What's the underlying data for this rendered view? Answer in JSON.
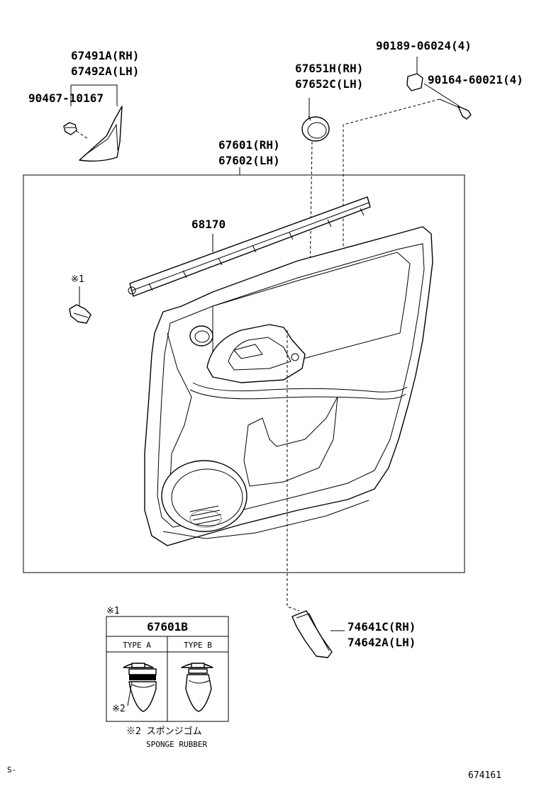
{
  "labels": {
    "trim_board_rh": "67601(RH)",
    "trim_board_lh": "67602(LH)",
    "armrest_cover_rh": "67491A(RH)",
    "armrest_cover_lh": "67492A(LH)",
    "clip_upper_left": "90467-10167",
    "speaker_grille_rh": "67651H(RH)",
    "speaker_grille_lh": "67652C(LH)",
    "nut": "90189-06024(4)",
    "screw": "90164-60021(4)",
    "weatherstrip": "68170",
    "clip_note_mark": "※1",
    "trim_lower_rh": "74641C(RH)",
    "trim_lower_lh": "74642A(LH)",
    "page_prefix": "S-",
    "diagram_code": "674161"
  },
  "clip_table": {
    "note_mark": "※1",
    "part_number": "67601B",
    "columns": [
      "TYPE A",
      "TYPE B"
    ],
    "sponge_mark": "※2"
  },
  "footnote": {
    "mark_jp": "※2 スポンジゴム",
    "english": "SPONGE RUBBER"
  }
}
